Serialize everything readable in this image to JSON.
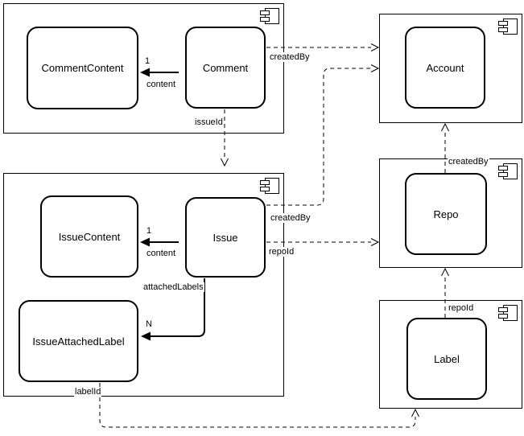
{
  "diagram": {
    "type": "uml-component-diagram",
    "colors": {
      "stroke": "#000000",
      "background": "#ffffff",
      "text": "#000000"
    },
    "icons": {
      "module_marker": "uml-component-icon"
    },
    "nodes": {
      "comment_content": "CommentContent",
      "comment": "Comment",
      "issue_content": "IssueContent",
      "issue": "Issue",
      "issue_attached_label": "IssueAttachedLabel",
      "account": "Account",
      "repo": "Repo",
      "label": "Label"
    },
    "edges": {
      "comment_to_commentcontent": {
        "multiplicity": "1",
        "label": "content",
        "style": "solid-arrow"
      },
      "issue_to_issuecontent": {
        "multiplicity": "1",
        "label": "content",
        "style": "solid-arrow"
      },
      "issue_to_issueattachedlabel": {
        "multiplicity": "N",
        "label": "attachedLabels",
        "style": "solid-arrow"
      },
      "comment_to_issue": {
        "label": "issueId",
        "style": "dashed-arrow"
      },
      "comment_to_account": {
        "label": "createdBy",
        "style": "dashed-arrow"
      },
      "issue_to_account": {
        "label": "createdBy",
        "style": "dashed-arrow"
      },
      "issue_to_repo": {
        "label": "repoId",
        "style": "dashed-arrow"
      },
      "repo_to_account": {
        "label": "createdBy",
        "style": "dashed-arrow"
      },
      "label_to_repo": {
        "label": "repoId",
        "style": "dashed-arrow"
      },
      "issueattachedlabel_to_label": {
        "label": "labelId",
        "style": "dashed-arrow"
      }
    }
  }
}
